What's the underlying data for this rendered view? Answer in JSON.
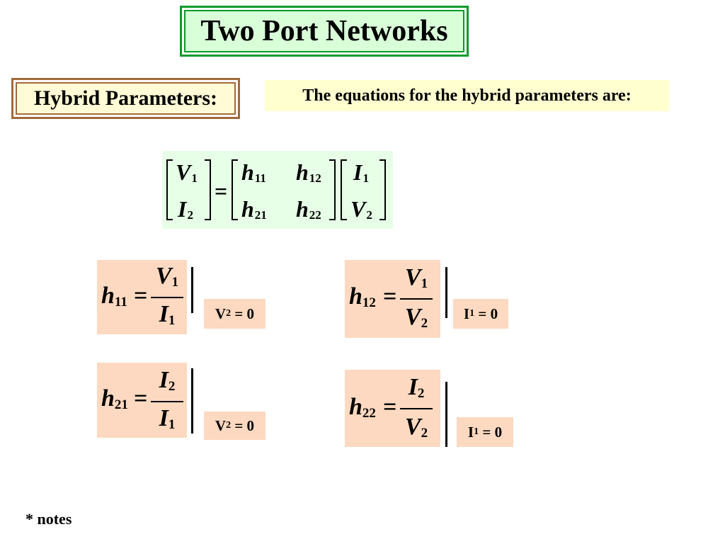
{
  "title": "Two Port Networks",
  "subtitle": "Hybrid Parameters:",
  "intro": "The equations for the hybrid parameters are:",
  "matrix": {
    "lhs": [
      {
        "sym": "V",
        "sub": "1"
      },
      {
        "sym": "I",
        "sub": "2"
      }
    ],
    "equals": "=",
    "h": [
      {
        "sym": "h",
        "sub": "11"
      },
      {
        "sym": "h",
        "sub": "12"
      },
      {
        "sym": "h",
        "sub": "21"
      },
      {
        "sym": "h",
        "sub": "22"
      }
    ],
    "rhs": [
      {
        "sym": "I",
        "sub": "1"
      },
      {
        "sym": "V",
        "sub": "2"
      }
    ]
  },
  "definitions": [
    {
      "lhs": "h",
      "lhs_sub": "11",
      "eq": "=",
      "num": "V",
      "num_sub": "1",
      "den": "I",
      "den_sub": "1",
      "cond_var": "V",
      "cond_sub": "2",
      "cond_rest": " = 0"
    },
    {
      "lhs": "h",
      "lhs_sub": "12",
      "eq": "=",
      "num": "V",
      "num_sub": "1",
      "den": "V",
      "den_sub": "2",
      "cond_var": "I",
      "cond_sub": "1",
      "cond_rest": " = 0"
    },
    {
      "lhs": "h",
      "lhs_sub": "21",
      "eq": "=",
      "num": "I",
      "num_sub": "2",
      "den": "I",
      "den_sub": "1",
      "cond_var": "V",
      "cond_sub": "2",
      "cond_rest": " = 0"
    },
    {
      "lhs": "h",
      "lhs_sub": "22",
      "eq": "=",
      "num": "I",
      "num_sub": "2",
      "den": "V",
      "den_sub": "2",
      "cond_var": "I",
      "cond_sub": "1",
      "cond_rest": " = 0"
    }
  ],
  "notes": "* notes",
  "colors": {
    "title_border": "#0a9a2a",
    "title_bg": "#d9ffd9",
    "subtitle_border": "#a06a3a",
    "intro_bg": "#ffffd0",
    "matrix_bg": "#e6ffe6",
    "definition_bg": "#fcd9c0"
  }
}
